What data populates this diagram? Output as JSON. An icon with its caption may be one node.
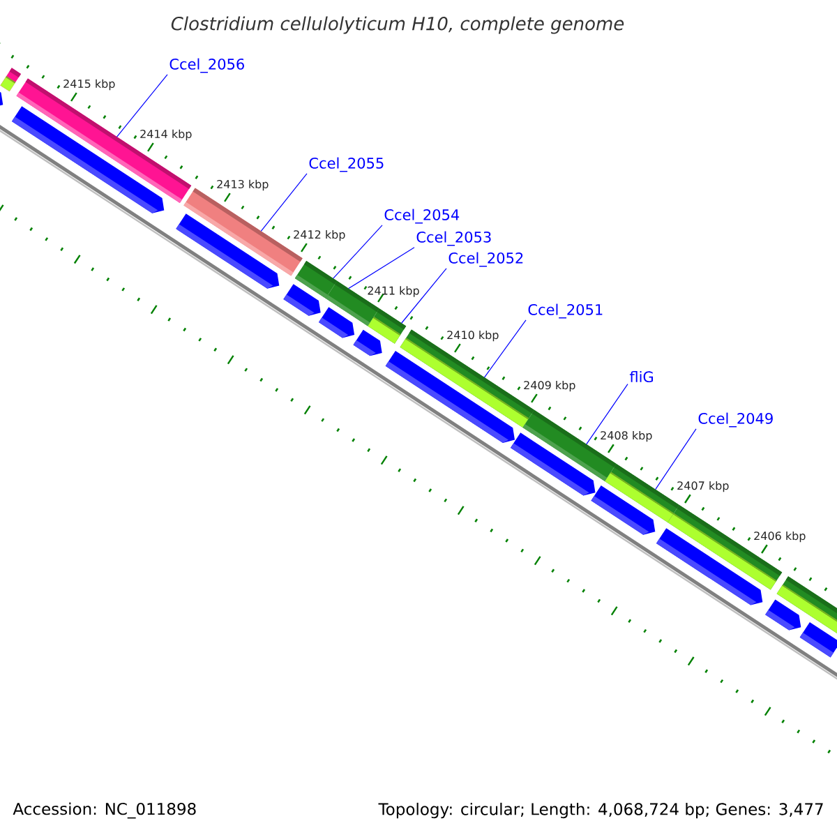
{
  "diagram": {
    "title": "Clostridium cellulolyticum H10, complete genome",
    "nodes": [
      {
        "text": [
          "Ccel_2056"
        ]
      },
      {
        "text": [
          "Ccel_2055"
        ]
      },
      {
        "text": [
          "Ccel_2054"
        ]
      },
      {
        "text": [
          "Ccel_2053"
        ]
      },
      {
        "text": [
          "Ccel_2052"
        ]
      },
      {
        "text": [
          "Ccel_2051"
        ]
      },
      {
        "text": [
          "fliG"
        ]
      },
      {
        "text": [
          "Ccel_2049"
        ]
      },
      {
        "text": [],
        "shape": "bar"
      },
      {
        "text": [],
        "shape": "bar"
      },
      {
        "text": [],
        "shape": "bar"
      },
      {
        "text": [],
        "shape": "bar"
      },
      {
        "text": [],
        "shape": "bar"
      },
      {
        "text": [],
        "shape": "bar"
      },
      {
        "text": [],
        "shape": "bar"
      },
      {
        "text": [],
        "shape": "bar"
      },
      {
        "text": [],
        "shape": "bar"
      },
      {
        "text": [],
        "shape": "bar"
      },
      {
        "text": [],
        "shape": "bar"
      },
      {
        "text": [],
        "shape": "box"
      },
      {
        "text": [],
        "shape": "box"
      },
      {
        "text": [],
        "shape": "box"
      },
      {
        "text": [],
        "shape": "box"
      },
      {
        "text": [],
        "shape": "box"
      },
      {
        "text": [],
        "shape": "box"
      },
      {
        "text": [],
        "shape": "box"
      },
      {
        "text": [],
        "shape": "box"
      },
      {
        "text": [],
        "shape": "box"
      },
      {
        "text": [],
        "shape": "box"
      },
      {
        "text": [],
        "shape": "box"
      },
      {
        "text": [],
        "shape": "box"
      }
    ],
    "edges": [
      {
        "from": 0,
        "to": 9,
        "arrow": "none"
      },
      {
        "from": 1,
        "to": 10,
        "arrow": "none"
      },
      {
        "from": 2,
        "to": 11,
        "arrow": "none"
      },
      {
        "from": 3,
        "to": 12,
        "arrow": "none"
      },
      {
        "from": 4,
        "to": 13,
        "arrow": "none"
      },
      {
        "from": 5,
        "to": 14,
        "arrow": "none"
      },
      {
        "from": 6,
        "to": 15,
        "arrow": "none"
      },
      {
        "from": 7,
        "to": 16,
        "arrow": "none"
      }
    ],
    "labels": [
      "2415 kbp",
      "2414 kbp",
      "2413 kbp",
      "2412 kbp",
      "2411 kbp",
      "2410 kbp",
      "2409 kbp",
      "2408 kbp",
      "2407 kbp",
      "2406 kbp",
      "Accession: NC_011898",
      "Topology: circular; Length: 4,068,724 bp; Genes: 3,477"
    ]
  }
}
